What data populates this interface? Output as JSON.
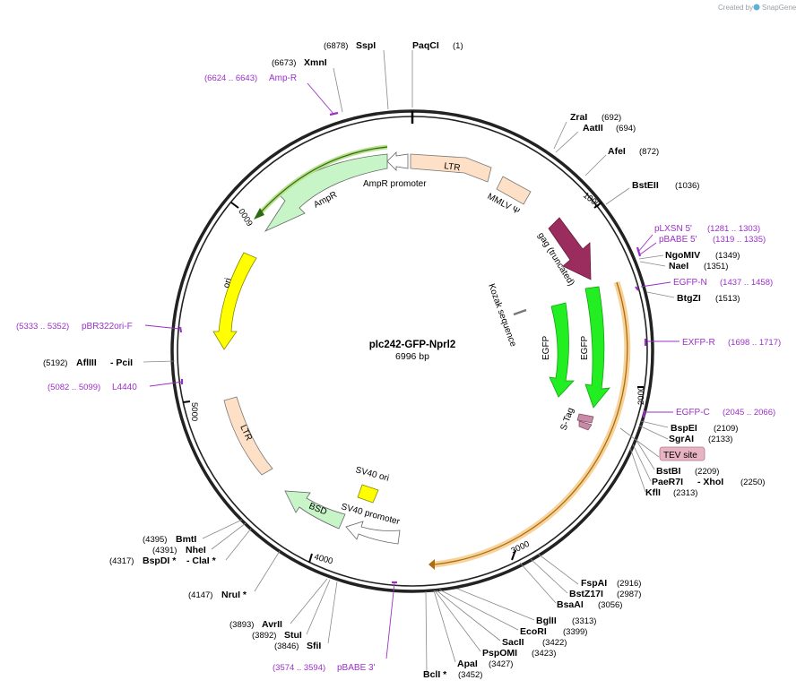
{
  "credit": {
    "prefix": "Created by",
    "brand": "SnapGene"
  },
  "plasmid": {
    "name": "pIc242-GFP-Nprl2",
    "length": "6996 bp"
  },
  "ticks": [
    "1000",
    "2000",
    "3000",
    "4000",
    "5000",
    "6000"
  ],
  "sites": [
    {
      "name": "PaqCI",
      "pos": "(1)"
    },
    {
      "name": "SspI",
      "pos": "(6878)"
    },
    {
      "name": "XmnI",
      "pos": "(6673)"
    },
    {
      "name": "ZraI",
      "pos": "(692)"
    },
    {
      "name": "AatII",
      "pos": "(694)"
    },
    {
      "name": "AfeI",
      "pos": "(872)"
    },
    {
      "name": "BstEII",
      "pos": "(1036)"
    },
    {
      "name": "NgoMIV",
      "pos": "(1349)"
    },
    {
      "name": "NaeI",
      "pos": "(1351)"
    },
    {
      "name": "BtgZI",
      "pos": "(1513)"
    },
    {
      "name": "BspEI",
      "pos": "(2109)"
    },
    {
      "name": "SgrAI",
      "pos": "(2133)"
    },
    {
      "name": "BstBI",
      "pos": "(2209)"
    },
    {
      "name": "PaeR7I",
      "pos": "(2250)",
      "extra": "- XhoI"
    },
    {
      "name": "KflI",
      "pos": "(2313)"
    },
    {
      "name": "FspAI",
      "pos": "(2916)"
    },
    {
      "name": "BstZ17I",
      "pos": "(2987)"
    },
    {
      "name": "BsaAI",
      "pos": "(3056)"
    },
    {
      "name": "BglII",
      "pos": "(3313)"
    },
    {
      "name": "EcoRI",
      "pos": "(3399)"
    },
    {
      "name": "SacII",
      "pos": "(3422)"
    },
    {
      "name": "PspOMI",
      "pos": "(3423)"
    },
    {
      "name": "ApaI",
      "pos": "(3427)"
    },
    {
      "name": "BclI *",
      "pos": "(3452)"
    },
    {
      "name": "AvrII",
      "pos": "(3893)"
    },
    {
      "name": "StuI",
      "pos": "(3892)"
    },
    {
      "name": "SfiI",
      "pos": "(3846)"
    },
    {
      "name": "NruI *",
      "pos": "(4147)"
    },
    {
      "name": "BmtI",
      "pos": "(4395)"
    },
    {
      "name": "NheI",
      "pos": "(4391)"
    },
    {
      "name": "BspDI *",
      "pos": "(4317)",
      "extra": "- ClaI *"
    },
    {
      "name": "AflIII",
      "pos": "(5192)",
      "extra": "- PciI"
    }
  ],
  "primers": [
    {
      "name": "Amp-R",
      "range": "(6624 .. 6643)"
    },
    {
      "name": "pLXSN 5'",
      "range": "(1281 .. 1303)"
    },
    {
      "name": "pBABE 5'",
      "range": "(1319 .. 1335)"
    },
    {
      "name": "EGFP-N",
      "range": "(1437 .. 1458)"
    },
    {
      "name": "EXFP-R",
      "range": "(1698 .. 1717)"
    },
    {
      "name": "EGFP-C",
      "range": "(2045 .. 2066)"
    },
    {
      "name": "pBR322ori-F",
      "range": "(5333 .. 5352)"
    },
    {
      "name": "L4440",
      "range": "(5082 .. 5099)"
    },
    {
      "name": "pBABE 3'",
      "range": "(3574 .. 3594)"
    }
  ],
  "features": {
    "ltr_top": "LTR",
    "mmlv": "MMLV Ψ",
    "gag": "gag (truncated)",
    "kozak": "Kozak sequence",
    "egfp1": "EGFP",
    "egfp2": "EGFP",
    "stag": "S-Tag",
    "tev": "TEV site",
    "ampr_promoter": "AmpR promoter",
    "ampr": "AmpR",
    "ori": "ori",
    "ltr_bottom": "LTR",
    "sv40_ori": "SV40 ori",
    "sv40_promoter": "SV40 promoter",
    "bsd": "BSD"
  },
  "colors": {
    "backbone": "#222222",
    "ltr": "#fde0c5",
    "gag": "#9b2c5e",
    "egfp": "#22ee22",
    "ampr": "#c8f5c8",
    "ori": "#ffff00",
    "sv40ori": "#ffff00",
    "promoter": "#ffffff",
    "orf_orange": "#f6d39a",
    "stag": "#c98aa8",
    "tev": "#e8b4c4",
    "primer": "#9b30c8"
  }
}
